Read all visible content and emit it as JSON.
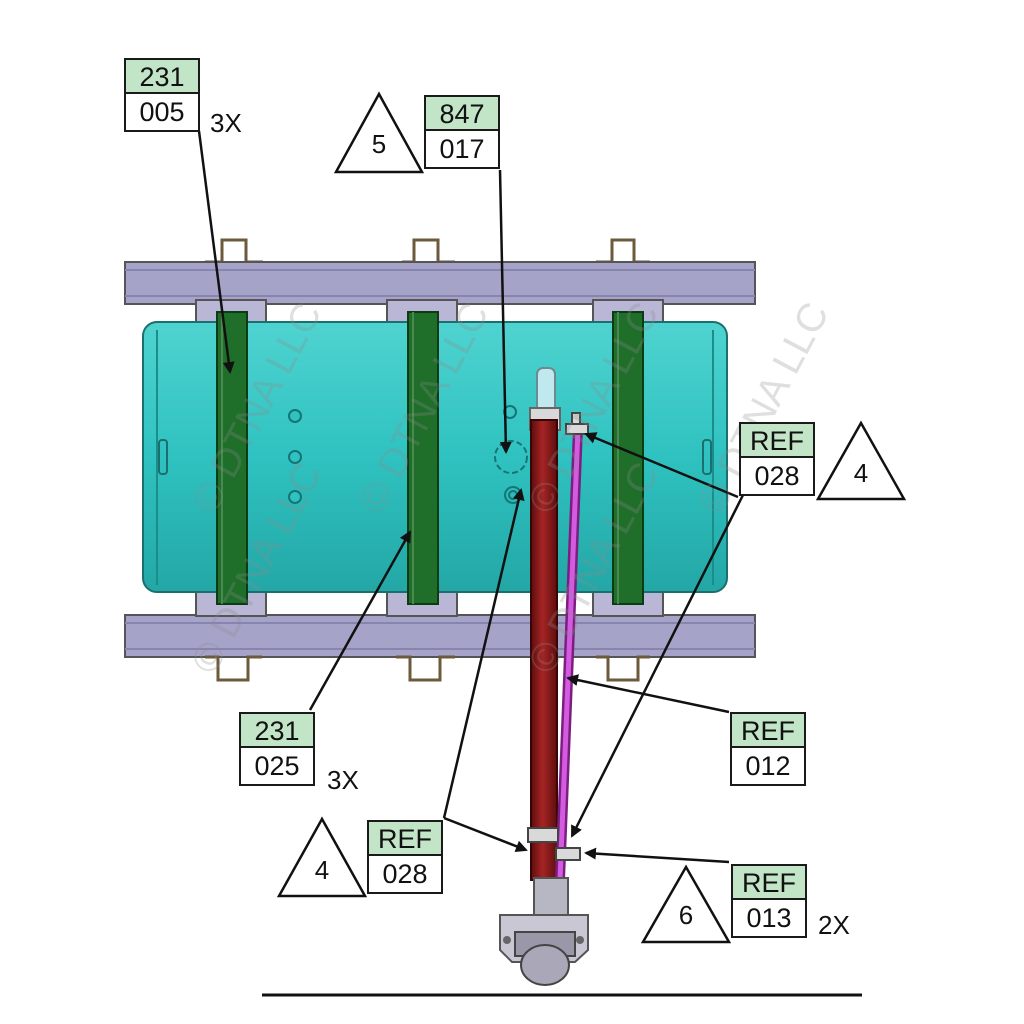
{
  "watermark": "© DTNA LLC",
  "colors": {
    "tank": "#2fc2c0",
    "frame_rail": "#a6a3c9",
    "strap": "#1f6e2a",
    "exhaust_pipe": "#8b1a1a",
    "hose": "#c43ccf",
    "callout_fill": "#c2e5c8"
  },
  "callouts": [
    {
      "id": "c1",
      "top": "231",
      "bottom": "005",
      "qty": "3X"
    },
    {
      "id": "c2",
      "top": "847",
      "bottom": "017",
      "triangle": "5"
    },
    {
      "id": "c3",
      "top": "REF",
      "bottom": "028",
      "triangle": "4"
    },
    {
      "id": "c4",
      "top": "231",
      "bottom": "025",
      "qty": "3X"
    },
    {
      "id": "c5",
      "top": "REF",
      "bottom": "012"
    },
    {
      "id": "c6",
      "top": "REF",
      "bottom": "028",
      "triangle": "4"
    },
    {
      "id": "c7",
      "top": "REF",
      "bottom": "013",
      "triangle": "6",
      "qty": "2X"
    }
  ]
}
